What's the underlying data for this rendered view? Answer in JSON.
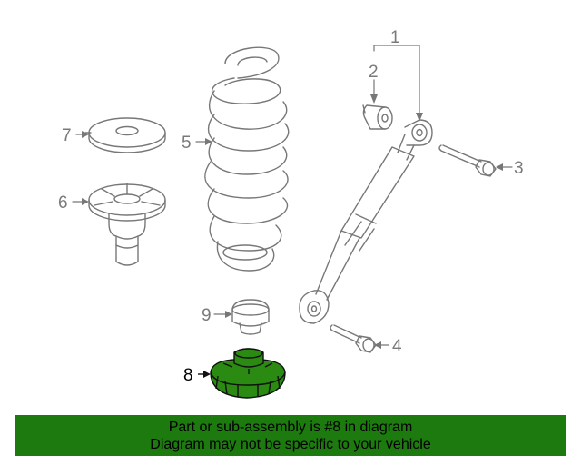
{
  "diagram": {
    "callouts": {
      "c1": "1",
      "c2": "2",
      "c3": "3",
      "c4": "4",
      "c5": "5",
      "c6": "6",
      "c7": "7",
      "c8": "8",
      "c9": "9"
    },
    "highlighted_part": "8",
    "colors": {
      "line_art": "#777777",
      "highlight_fill": "#2a8a12",
      "banner": "#1d7a0f"
    }
  },
  "banner": {
    "line1": "Part or sub-assembly is #8 in diagram",
    "line2": "Diagram may not be specific to your vehicle"
  }
}
